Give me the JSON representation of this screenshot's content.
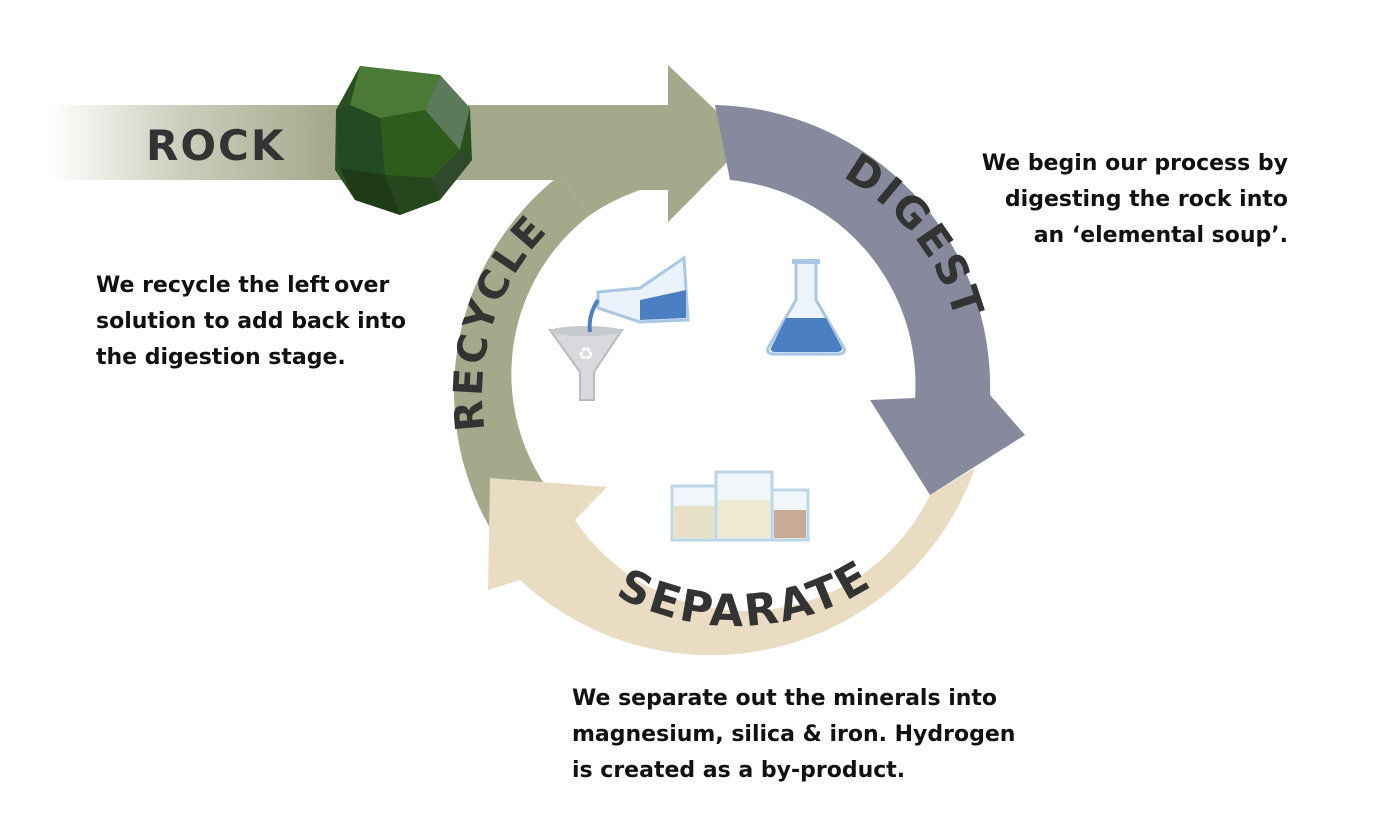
{
  "stages": {
    "rock": "ROCK",
    "digest": "DIGEST",
    "separate": "SEPARATE",
    "recycle": "RECYCLE"
  },
  "descriptions": {
    "digest": [
      "We begin our process by",
      "digesting the rock into",
      "an ‘elemental soup’."
    ],
    "recycle": [
      "We recycle the left over",
      "solution to add back into",
      "the digestion stage."
    ],
    "separate": [
      "We separate out the minerals into",
      "magnesium, silica & iron. Hydrogen",
      "is created as a by-product."
    ]
  },
  "colors": {
    "rock_arrow": "#a5a98b",
    "recycle_arrow": "#a5a98b",
    "digest_arrow": "#868a9c",
    "separate_arrow": "#e9dcc2",
    "rock_stone": "#2f5a25",
    "label_text": "#333333",
    "liquid_blue": "#4a7fc4"
  },
  "icons": {
    "rock": "rock-stone-icon",
    "recycle": "funnel-recycle-icon",
    "digest": "erlenmeyer-flask-icon",
    "separate": "beakers-icon"
  }
}
